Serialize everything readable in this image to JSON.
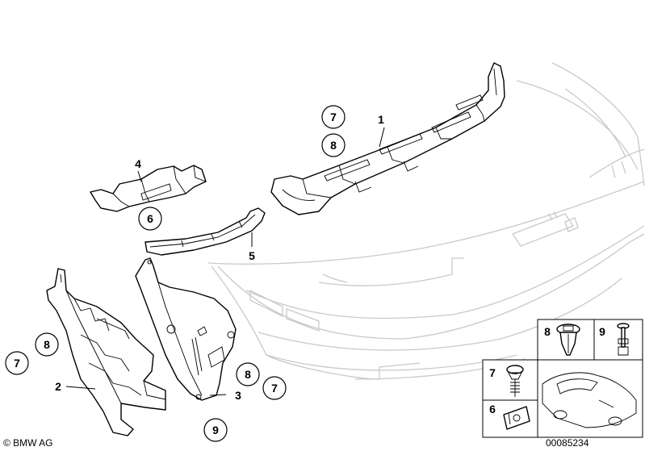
{
  "callouts": {
    "p1": "1",
    "p2": "2",
    "p3": "3",
    "p4": "4",
    "p5": "5",
    "c7_top": "7",
    "c8_top": "8",
    "c6": "6",
    "c8_left": "8",
    "c7_left": "7",
    "c8_right": "8",
    "c7_right": "7",
    "c9_bottom": "9"
  },
  "inset": {
    "l8": "8",
    "l9": "9",
    "l7": "7",
    "l6": "6"
  },
  "footer": {
    "copyright": "© BMW AG",
    "diagram_number": "00085234"
  }
}
